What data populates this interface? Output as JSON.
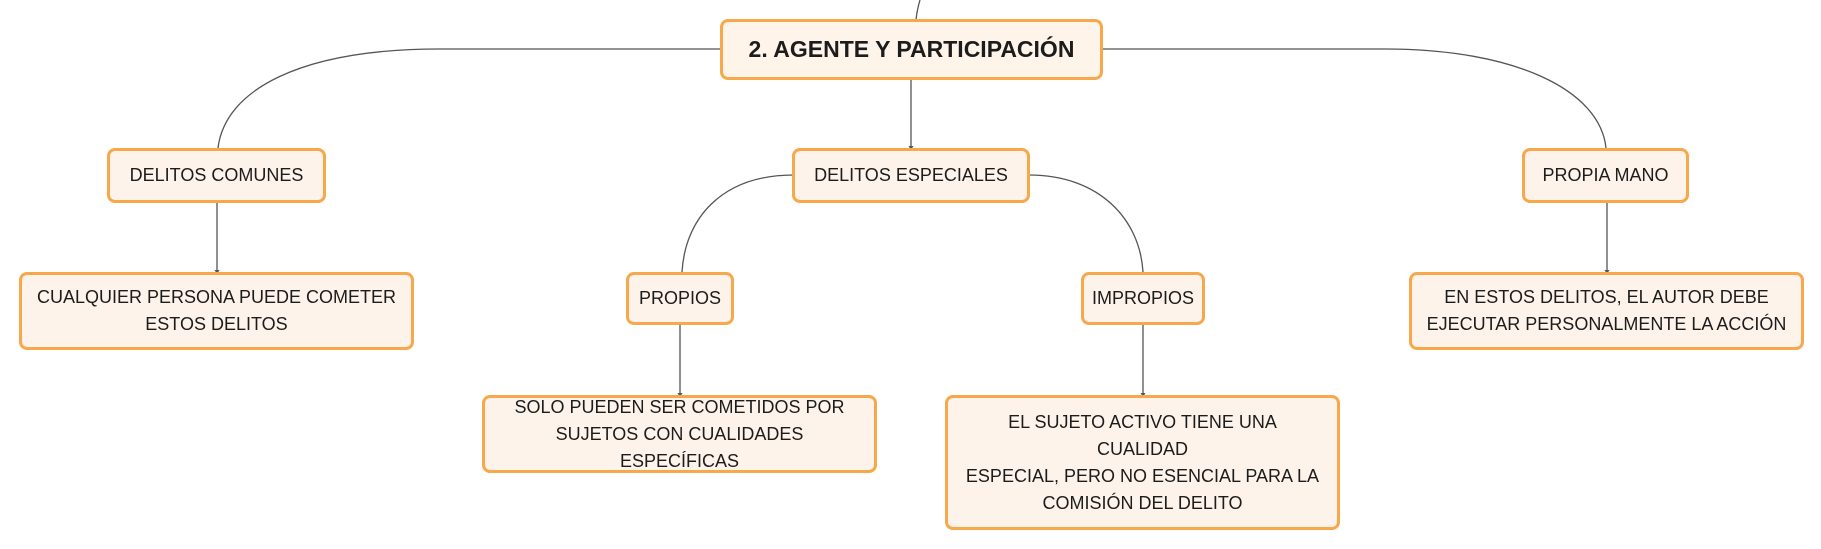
{
  "root": {
    "label": "2. AGENTE Y PARTICIPACIÓN"
  },
  "branches": [
    {
      "label": "DELITOS COMUNES"
    },
    {
      "label": "DELITOS ESPECIALES"
    },
    {
      "label": "PROPIA MANO"
    }
  ],
  "sub_branches": [
    {
      "label": "PROPIOS"
    },
    {
      "label": "IMPROPIOS"
    }
  ],
  "leaves": [
    {
      "label": "CUALQUIER PERSONA PUEDE COMETER\nESTOS DELITOS"
    },
    {
      "label": "SOLO PUEDEN SER COMETIDOS POR\nSUJETOS CON CUALIDADES ESPECÍFICAS"
    },
    {
      "label": "EL SUJETO ACTIVO TIENE UNA CUALIDAD\nESPECIAL, PERO NO ESENCIAL PARA LA\nCOMISIÓN DEL DELITO"
    },
    {
      "label": "EN ESTOS DELITOS, EL AUTOR DEBE\nEJECUTAR PERSONALMENTE LA ACCIÓN"
    }
  ],
  "colors": {
    "node_border": "#f7a84a",
    "node_fill": "#fdf3ea",
    "connector": "#555555"
  }
}
